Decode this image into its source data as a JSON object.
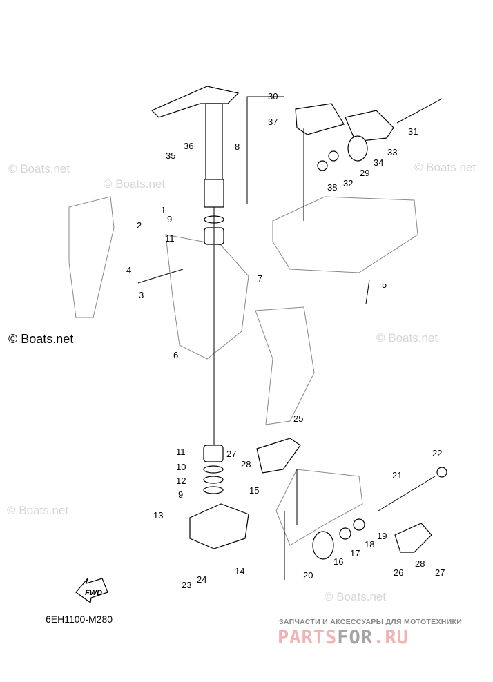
{
  "diagram": {
    "code": "6EH1100-M280",
    "fwd_label": "FWD",
    "watermark": "© Boats.net",
    "callouts": [
      "30",
      "37",
      "31",
      "33",
      "34",
      "29",
      "32",
      "38",
      "35",
      "36",
      "8",
      "1",
      "2",
      "9",
      "11",
      "7",
      "5",
      "4",
      "3",
      "6",
      "25",
      "27",
      "28",
      "22",
      "21",
      "11",
      "10",
      "12",
      "9",
      "15",
      "13",
      "19",
      "18",
      "17",
      "16",
      "20",
      "26",
      "28",
      "27",
      "23",
      "24",
      "14"
    ]
  },
  "logo": {
    "tagline": "ЗАПЧАСТИ И АКСЕССУАРЫ ДЛЯ МОТОТЕХНИКИ",
    "part1": "PARTS",
    "part2": "FOR",
    "part3": ".RU"
  }
}
